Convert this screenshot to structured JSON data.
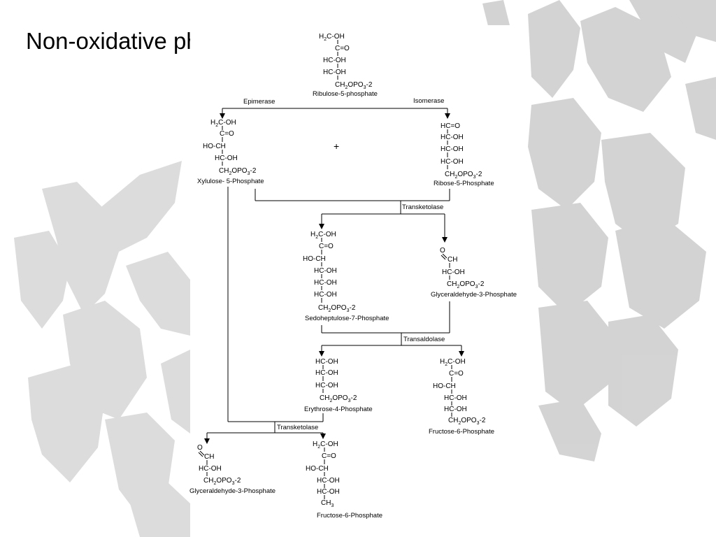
{
  "title": "Non-oxidative phase",
  "enzymes": {
    "epimerase": "Epimerase",
    "isomerase": "Isomerase",
    "transketolase_1": "Transketolase",
    "transaldolase": "Transaldolase",
    "transketolase_2": "Transketolase"
  },
  "plus_sign": "+",
  "molecules": {
    "ribulose": {
      "name": "Ribulose-5-phosphate",
      "lines": [
        {
          "text": "H",
          "sub": "2",
          "rest": "C-OH"
        },
        {
          "text": "C=O"
        },
        {
          "text": "HC-OH"
        },
        {
          "text": "HC-OH"
        },
        {
          "text": "CH",
          "sub": "2",
          "rest": "OPO",
          "sub2": "3",
          "rest2": "-2"
        }
      ]
    },
    "xylulose": {
      "name": "Xylulose- 5-Phosphate",
      "lines": [
        {
          "text": "H",
          "sub": "2",
          "rest": "C-OH"
        },
        {
          "text": "C=O"
        },
        {
          "text": "HO-CH"
        },
        {
          "text": "HC-OH"
        },
        {
          "text": "CH",
          "sub": "2",
          "rest": "OPO",
          "sub2": "3",
          "rest2": "-2"
        }
      ]
    },
    "ribose": {
      "name": "Ribose-5-Phosphate",
      "lines": [
        {
          "text": "HC=O"
        },
        {
          "text": "HC-OH"
        },
        {
          "text": "HC-OH"
        },
        {
          "text": "HC-OH"
        },
        {
          "text": "CH",
          "sub": "2",
          "rest": "OPO",
          "sub2": "3",
          "rest2": "-2"
        }
      ]
    },
    "sedoheptulose": {
      "name": "Sedoheptulose-7-Phosphate",
      "lines": [
        {
          "text": "H",
          "sub": "2",
          "rest": "C-OH"
        },
        {
          "text": "C=O"
        },
        {
          "text": "HO-CH"
        },
        {
          "text": "HC-OH"
        },
        {
          "text": "HC-OH"
        },
        {
          "text": "HC-OH"
        },
        {
          "text": "CH",
          "sub": "2",
          "rest": "OPO",
          "sub2": "3",
          "rest2": "-2"
        }
      ]
    },
    "glyceraldehyde_1": {
      "name": "Glyceraldehyde-3-Phosphate",
      "lines": [
        {
          "text": "O"
        },
        {
          "text": "CH"
        },
        {
          "text": "HC-OH"
        },
        {
          "text": "CH",
          "sub": "2",
          "rest": "OPO",
          "sub2": "3",
          "rest2": "-2"
        }
      ]
    },
    "erythrose": {
      "name": "Erythrose-4-Phosphate",
      "lines": [
        {
          "text": "HC-OH"
        },
        {
          "text": "HC-OH"
        },
        {
          "text": "HC-OH"
        },
        {
          "text": "CH",
          "sub": "2",
          "rest": "OPO",
          "sub2": "3",
          "rest2": "-2"
        }
      ]
    },
    "fructose_1": {
      "name": "Fructose-6-Phosphate",
      "lines": [
        {
          "text": "H",
          "sub": "2",
          "rest": "C-OH"
        },
        {
          "text": "C=O"
        },
        {
          "text": "HO-CH"
        },
        {
          "text": "HC-OH"
        },
        {
          "text": "HC-OH"
        },
        {
          "text": "CH",
          "sub": "2",
          "rest": "OPO",
          "sub2": "3",
          "rest2": "-2"
        }
      ]
    },
    "glyceraldehyde_2": {
      "name": "Glyceraldehyde-3-Phosphate",
      "lines": [
        {
          "text": "O"
        },
        {
          "text": "CH"
        },
        {
          "text": "HC-OH"
        },
        {
          "text": "CH",
          "sub": "2",
          "rest": "OPO",
          "sub2": "3",
          "rest2": "-2"
        }
      ]
    },
    "fructose_2": {
      "name": "Fructose-6-Phosphate",
      "lines": [
        {
          "text": "H",
          "sub": "2",
          "rest": "C-OH"
        },
        {
          "text": "C=O"
        },
        {
          "text": "HO-CH"
        },
        {
          "text": "HC-OH"
        },
        {
          "text": "HC-OH"
        },
        {
          "text": "CH",
          "sub": "3"
        }
      ]
    }
  }
}
